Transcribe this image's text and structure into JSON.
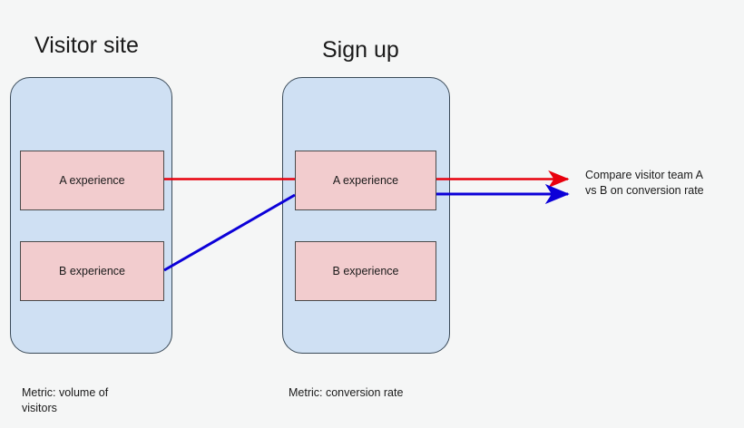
{
  "diagram": {
    "background_color": "#f5f6f6",
    "stages": [
      {
        "id": "visitor-site",
        "title": "Visitor site",
        "metric": "Metric: volume of visitors",
        "fill_color": "#cfe0f3",
        "boxes": [
          {
            "id": "visitor-a",
            "label": "A experience",
            "fill_color": "#f2ccce"
          },
          {
            "id": "visitor-b",
            "label": "B experience",
            "fill_color": "#f2ccce"
          }
        ]
      },
      {
        "id": "sign-up",
        "title": "Sign up",
        "metric": "Metric: conversion rate",
        "fill_color": "#cfe0f3",
        "boxes": [
          {
            "id": "signup-a",
            "label": "A experience",
            "fill_color": "#f2ccce"
          },
          {
            "id": "signup-b",
            "label": "B experience",
            "fill_color": "#f2ccce"
          }
        ]
      }
    ],
    "edges": [
      {
        "id": "edge-a-path",
        "color": "#e8000d",
        "name": "red-flow-a-experience",
        "from": "visitor-a",
        "to": "result",
        "arrow": true
      },
      {
        "id": "edge-b-path",
        "color": "#0c00d8",
        "name": "blue-flow-b-experience",
        "from": "visitor-b",
        "to": "result",
        "arrow": true
      }
    ],
    "result": {
      "text": "Compare visitor team A vs B on conversion rate",
      "line1": "Compare visitor team A",
      "line2": "vs B on conversion rate"
    }
  }
}
